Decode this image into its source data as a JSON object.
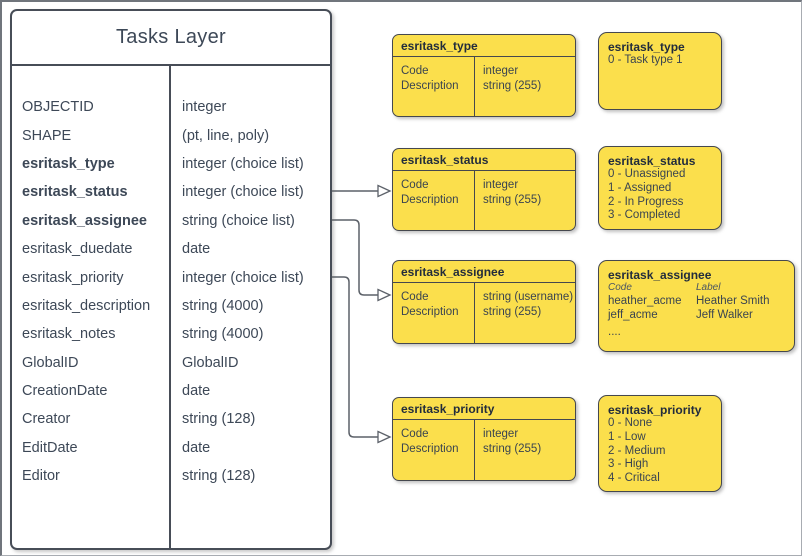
{
  "colors": {
    "node_fill": "#FBDF4C",
    "node_border": "#45484E",
    "entity_border": "#474D57",
    "text": "#3D4857",
    "connector": "#5C6169"
  },
  "main_table": {
    "title": "Tasks Layer",
    "fields": [
      {
        "name": "OBJECTID",
        "type": "integer",
        "bold": false
      },
      {
        "name": "SHAPE",
        "type": "(pt, line, poly)",
        "bold": false
      },
      {
        "name": "esritask_type",
        "type": "integer (choice list)",
        "bold": true
      },
      {
        "name": "esritask_status",
        "type": "integer (choice list)",
        "bold": true
      },
      {
        "name": "esritask_assignee",
        "type": "string (choice list)",
        "bold": true
      },
      {
        "name": "esritask_duedate",
        "type": "date",
        "bold": false
      },
      {
        "name": "esritask_priority",
        "type": "integer (choice list)",
        "bold": false
      },
      {
        "name": "esritask_description",
        "type": "string (4000)",
        "bold": false
      },
      {
        "name": "esritask_notes",
        "type": "string (4000)",
        "bold": false
      },
      {
        "name": "GlobalID",
        "type": "GlobalID",
        "bold": false
      },
      {
        "name": "CreationDate",
        "type": "date",
        "bold": false
      },
      {
        "name": "Creator",
        "type": "string (128)",
        "bold": false
      },
      {
        "name": "EditDate",
        "type": "date",
        "bold": false
      },
      {
        "name": "Editor",
        "type": "string (128)",
        "bold": false
      }
    ]
  },
  "domain_tables": [
    {
      "title": "esritask_type",
      "rows": [
        {
          "name": "Code",
          "type": "integer"
        },
        {
          "name": "Description",
          "type": "string (255)"
        }
      ]
    },
    {
      "title": "esritask_status",
      "rows": [
        {
          "name": "Code",
          "type": "integer"
        },
        {
          "name": "Description",
          "type": "string (255)"
        }
      ]
    },
    {
      "title": "esritask_assignee",
      "rows": [
        {
          "name": "Code",
          "type": "string (username)"
        },
        {
          "name": "Description",
          "type": "string (255)"
        }
      ]
    },
    {
      "title": "esritask_priority",
      "rows": [
        {
          "name": "Code",
          "type": "integer"
        },
        {
          "name": "Description",
          "type": "string (255)"
        }
      ]
    }
  ],
  "value_lists": [
    {
      "title": "esritask_type",
      "items": [
        "0 - Task type 1"
      ]
    },
    {
      "title": "esritask_status",
      "items": [
        "0 - Unassigned",
        "1 - Assigned",
        "2 - In Progress",
        "3 - Completed"
      ]
    },
    {
      "title": "esritask_assignee",
      "columns": {
        "code": "Code",
        "label": "Label"
      },
      "rows": [
        {
          "code": "heather_acme",
          "label": "Heather Smith"
        },
        {
          "code": "jeff_acme",
          "label": "Jeff Walker"
        }
      ],
      "more": "...."
    },
    {
      "title": "esritask_priority",
      "items": [
        "0 - None",
        "1 - Low",
        "2 - Medium",
        "3 - High",
        "4 - Critical"
      ]
    }
  ]
}
